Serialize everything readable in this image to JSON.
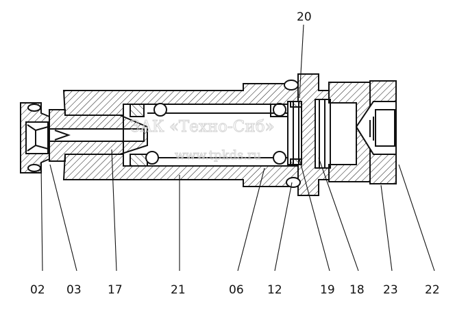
{
  "diagram": {
    "callouts": {
      "top": "20",
      "bottom": [
        "02",
        "03",
        "17",
        "21",
        "06",
        "12",
        "19",
        "18",
        "23",
        "22"
      ]
    },
    "watermark": {
      "line1": "ЗАК «Техно-Сиб»",
      "line2": "www.tpkds.ru"
    }
  },
  "colors": {
    "ink": "#111111",
    "background": "#ffffff",
    "watermark": "#d0d0d0"
  }
}
